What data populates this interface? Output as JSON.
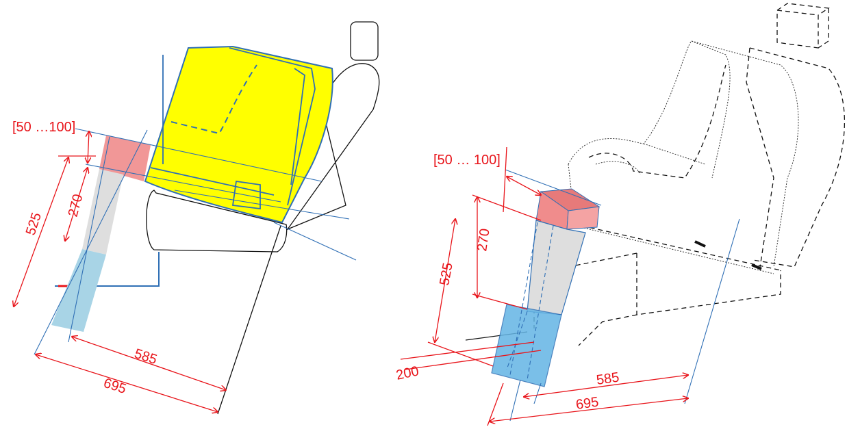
{
  "colors": {
    "dimension": "#e8141a",
    "outline": "#2f6fb5",
    "yellow": "#ffff00",
    "pink": "#f08c8c",
    "grey": "#dedede",
    "lightblue": "#a8d4e6",
    "cyan": "#63b4e4",
    "line": "#111111"
  },
  "left_view": {
    "range_label": "[50 …100]",
    "dim_270": "270",
    "dim_525": "525",
    "dim_585": "585",
    "dim_695": "695"
  },
  "right_view": {
    "range_label": "[50 … 100]",
    "dim_270": "270",
    "dim_525": "525",
    "dim_200": "200",
    "dim_585": "585",
    "dim_695": "695"
  }
}
